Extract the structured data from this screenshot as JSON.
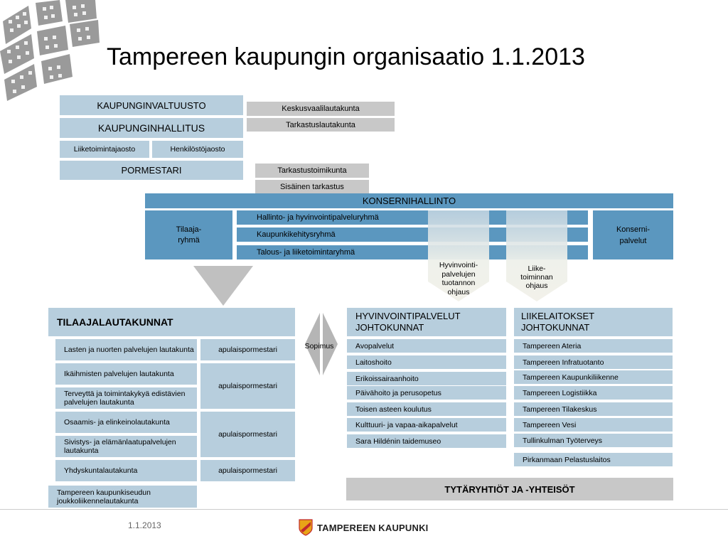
{
  "title": "Tampereen kaupungin organisaatio 1.1.2013",
  "top": {
    "kaupunginvaltuusto": "KAUPUNGINVALTUUSTO",
    "kaupunginhallitus": "KAUPUNGINHALLITUS",
    "liiketoimintajaosto": "Liiketoimintajaosto",
    "henkilostojaosto": "Henkilöstöjaosto",
    "pormestari": "PORMESTARI",
    "keskusvaalilautakunta": "Keskusvaalilautakunta",
    "tarkastuslautakunta": "Tarkastuslautakunta",
    "tarkastustoimikunta": "Tarkastustoimikunta",
    "sisainen_tarkastus": "Sisäinen tarkastus"
  },
  "konserni": {
    "header": "KONSERNIHALLINTO",
    "tilaaja_line1": "Tilaaja-",
    "tilaaja_line2": "ryhmä",
    "groups": [
      "Hallinto- ja hyvinvointipalveluryhmä",
      "Kaupunkikehitysryhmä",
      "Talous- ja liiketoimintaryhmä"
    ],
    "konsernipalvelut_line1": "Konserni-",
    "konsernipalvelut_line2": "palvelut",
    "arrow1": [
      "Hyvinvointi-",
      "palvelujen",
      "tuotannon",
      "ohjaus"
    ],
    "arrow2": [
      "Liike-",
      "toiminnan",
      "ohjaus"
    ]
  },
  "tilaaja": {
    "header": "TILAAJALAUTAKUNNAT",
    "items": [
      "Lasten ja nuorten palvelujen lautakunta",
      "Ikäihmisten palvelujen lautakunta",
      "Terveyttä ja toimintakykyä edistävien palvelujen lautakunta",
      "Osaamis- ja elinkeinolautakunta",
      "Sivistys- ja elämänlaatupalvelujen lautakunta",
      "Yhdyskuntalautakunta",
      "Tampereen kaupunkiseudun joukkoliikennelautakunta"
    ],
    "apulais": [
      "apulaispormestari",
      "apulaispormestari",
      "apulaispormestari",
      "apulaispormestari"
    ]
  },
  "sopimus": "Sopimus",
  "hyvinvointi": {
    "header_line1": "HYVINVOINTIPALVELUT",
    "header_line2": "JOHTOKUNNAT",
    "items": [
      "Avopalvelut",
      "Laitoshoito",
      "Erikoissairaanhoito",
      "Päivähoito ja perusopetus",
      "Toisen asteen koulutus",
      "Kulttuuri- ja vapaa-aikapalvelut",
      "Sara Hildénin taidemuseo"
    ]
  },
  "liikelaitokset": {
    "header_line1": "LIIKELAITOKSET",
    "header_line2": "JOHTOKUNNAT",
    "items": [
      "Tampereen Ateria",
      "Tampereen Infratuotanto",
      "Tampereen Kaupunkiliikenne",
      "Tampereen Logistiikka",
      "Tampereen Tilakeskus",
      "Tampereen Vesi",
      "Tullinkulman Työterveys"
    ],
    "pelastus": "Pirkanmaan Pelastuslaitos"
  },
  "tytaryhtiot": "TYTÄRYHTIÖT JA -YHTEISÖT",
  "footer": {
    "date": "1.1.2013",
    "brand": "TAMPEREEN KAUPUNKI"
  }
}
